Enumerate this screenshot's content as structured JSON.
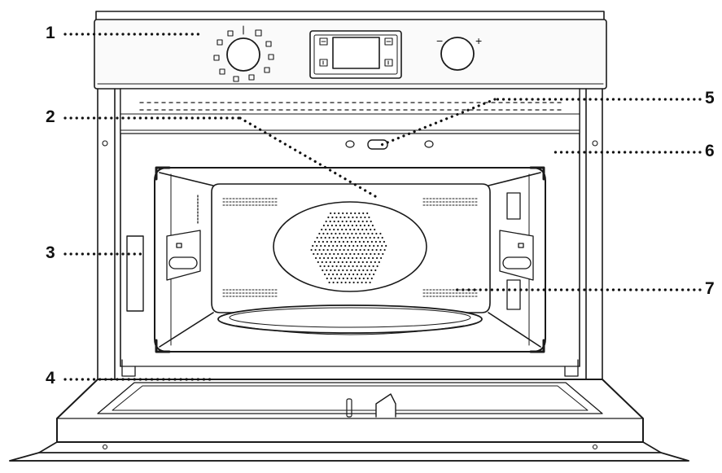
{
  "callouts": [
    {
      "number": "1"
    },
    {
      "number": "2"
    },
    {
      "number": "3"
    },
    {
      "number": "4"
    },
    {
      "number": "5"
    },
    {
      "number": "6"
    },
    {
      "number": "7"
    }
  ],
  "control_panel": {
    "knob_minus": "−",
    "knob_plus": "+"
  },
  "colors": {
    "line": "#1a1a1a",
    "fill": "#ffffff",
    "panel_fill": "#fafafa",
    "accent_gray": "#d9d9d9"
  }
}
